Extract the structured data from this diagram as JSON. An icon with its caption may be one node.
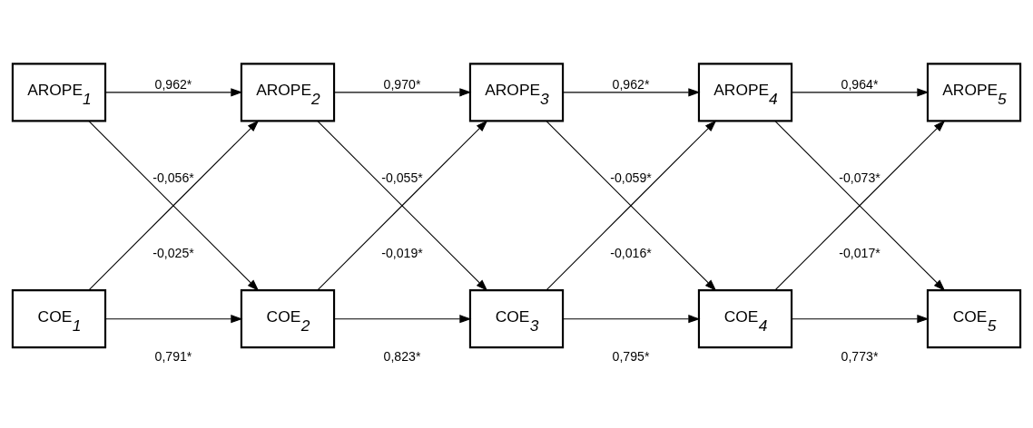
{
  "diagram": {
    "nodes": [
      {
        "text": [
          "AROPE$_{1}$"
        ]
      },
      {
        "text": [
          "AROPE$_{2}$"
        ]
      },
      {
        "text": [
          "AROPE$_{3}$"
        ]
      },
      {
        "text": [
          "AROPE$_{4}$"
        ]
      },
      {
        "text": [
          "AROPE$_{5}$"
        ]
      },
      {
        "text": [
          "COE$_{1}$"
        ]
      },
      {
        "text": [
          "COE$_{2}$"
        ]
      },
      {
        "text": [
          "COE$_{3}$"
        ]
      },
      {
        "text": [
          "COE$_{4}$"
        ]
      },
      {
        "text": [
          "COE$_{5}$"
        ]
      }
    ],
    "edges": [
      {
        "from": 0,
        "to": 1,
        "arrow": "to",
        "label": "0,962*"
      },
      {
        "from": 1,
        "to": 2,
        "arrow": "to",
        "label": "0,970*"
      },
      {
        "from": 2,
        "to": 3,
        "arrow": "to",
        "label": "0,962*"
      },
      {
        "from": 3,
        "to": 4,
        "arrow": "to",
        "label": "0,964*"
      },
      {
        "from": 5,
        "to": 6,
        "arrow": "to",
        "label": "0,791*"
      },
      {
        "from": 6,
        "to": 7,
        "arrow": "to",
        "label": "0,823*"
      },
      {
        "from": 7,
        "to": 8,
        "arrow": "to",
        "label": "0,795*"
      },
      {
        "from": 8,
        "to": 9,
        "arrow": "to",
        "label": "0,773*"
      },
      {
        "from": 0,
        "to": 6,
        "arrow": "to",
        "label": "-0,056*"
      },
      {
        "from": 5,
        "to": 1,
        "arrow": "to",
        "label": "-0,025*"
      },
      {
        "from": 1,
        "to": 7,
        "arrow": "to",
        "label": "-0,055*"
      },
      {
        "from": 6,
        "to": 2,
        "arrow": "to",
        "label": "-0,019*"
      },
      {
        "from": 2,
        "to": 8,
        "arrow": "to",
        "label": "-0,059*"
      },
      {
        "from": 7,
        "to": 3,
        "arrow": "to",
        "label": "-0,016*"
      },
      {
        "from": 3,
        "to": 9,
        "arrow": "to",
        "label": "-0,073*"
      },
      {
        "from": 8,
        "to": 4,
        "arrow": "to",
        "label": "-0,017*"
      }
    ]
  }
}
